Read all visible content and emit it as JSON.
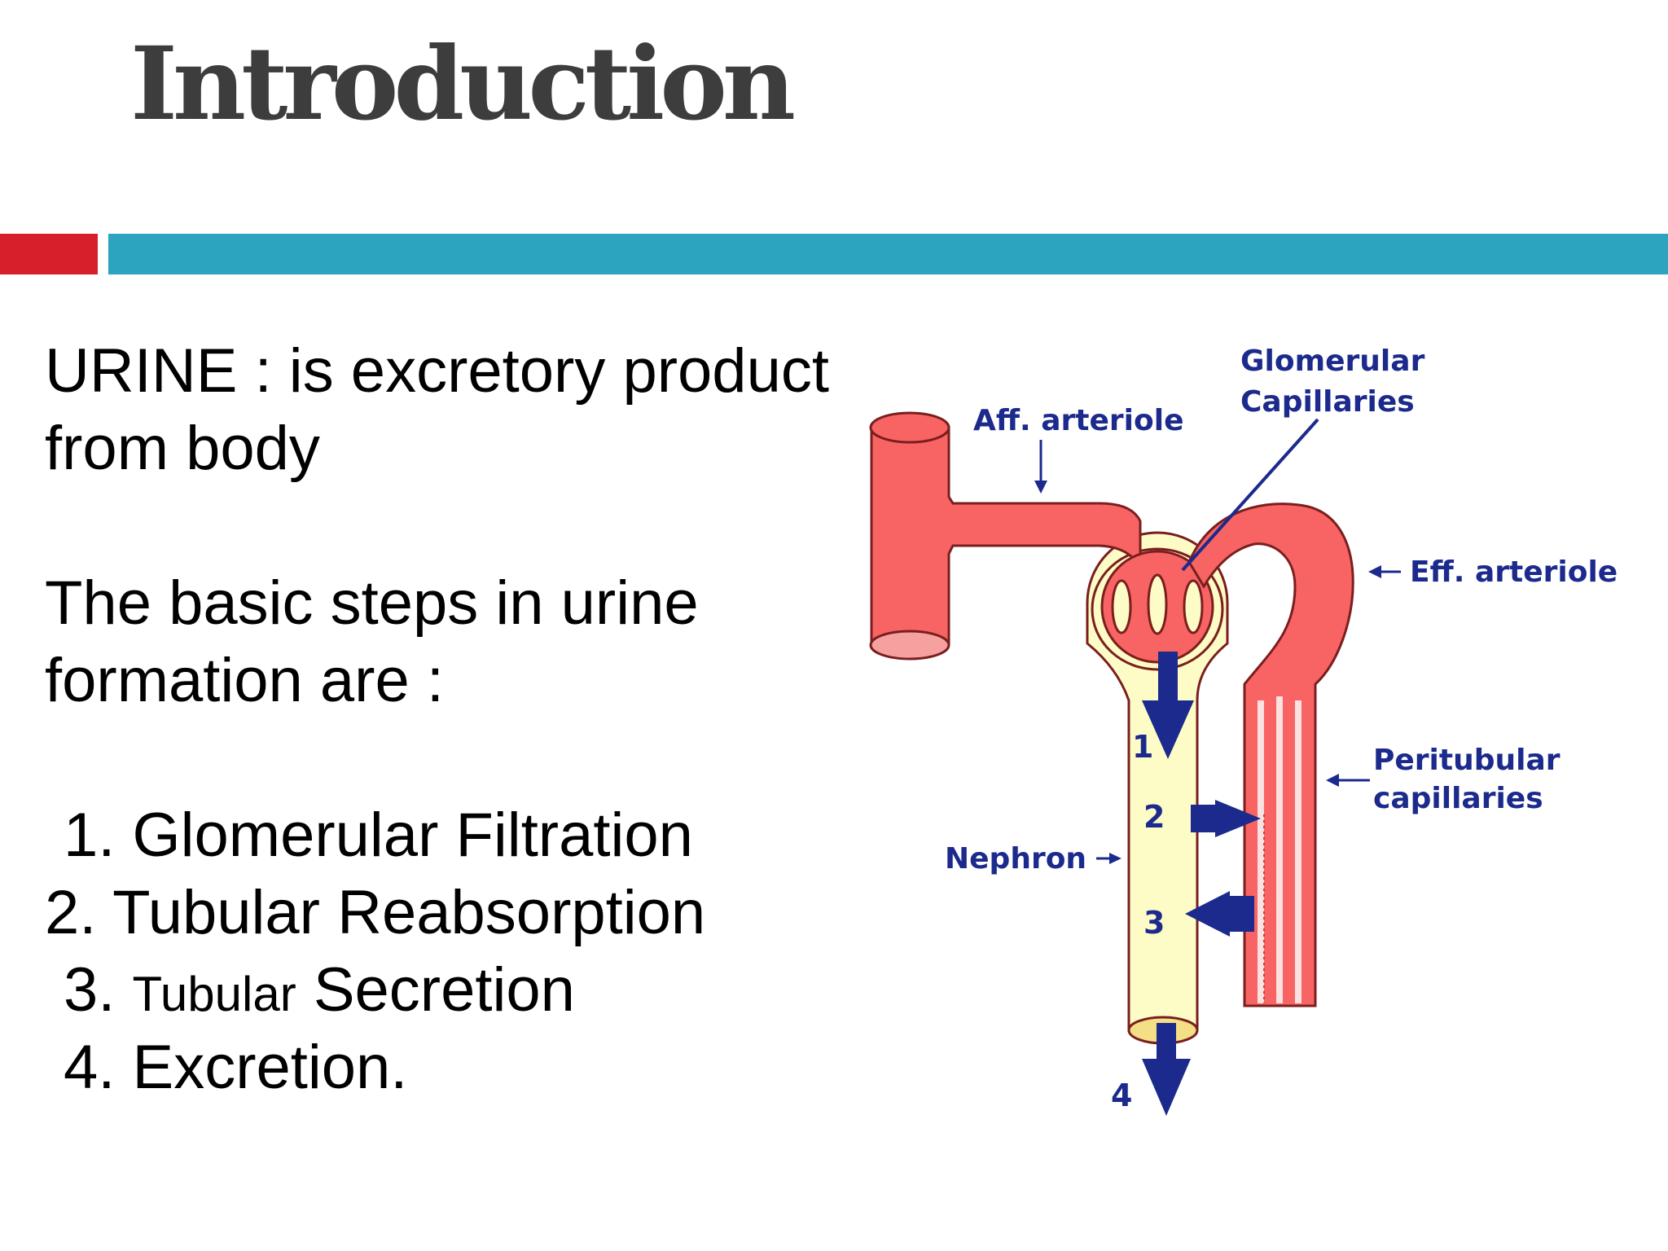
{
  "slide": {
    "title": "Introduction",
    "accent_colors": {
      "red": "#d61f2b",
      "teal": "#2ca3bf"
    },
    "urine_line1": "URINE : is excretory product",
    "urine_line2": "from body",
    "steps_intro_line1": "The basic steps in urine",
    "steps_intro_line2": "formation are  :",
    "steps": [
      {
        "text": "1. Glomerular Filtration"
      },
      {
        "text": "2. Tubular Reabsorption"
      },
      {
        "prefix": "3. ",
        "middle": "Tubular",
        "suffix": " Secretion"
      },
      {
        "text": "4. Excretion."
      }
    ]
  },
  "diagram": {
    "colors": {
      "vessel": "#f86464",
      "vessel_edge": "#7a1e1e",
      "tubule": "#fefcc6",
      "arrow": "#1b2a8c"
    },
    "labels": {
      "glomerular_capillaries_1": "Glomerular",
      "glomerular_capillaries_2": "Capillaries",
      "aff_arteriole": "Aff. arteriole",
      "eff_arteriole": "Eff. arteriole",
      "peritubular_1": "Peritubular",
      "peritubular_2": "capillaries",
      "nephron": "Nephron"
    },
    "step_numbers": [
      "1",
      "2",
      "3",
      "4"
    ]
  }
}
